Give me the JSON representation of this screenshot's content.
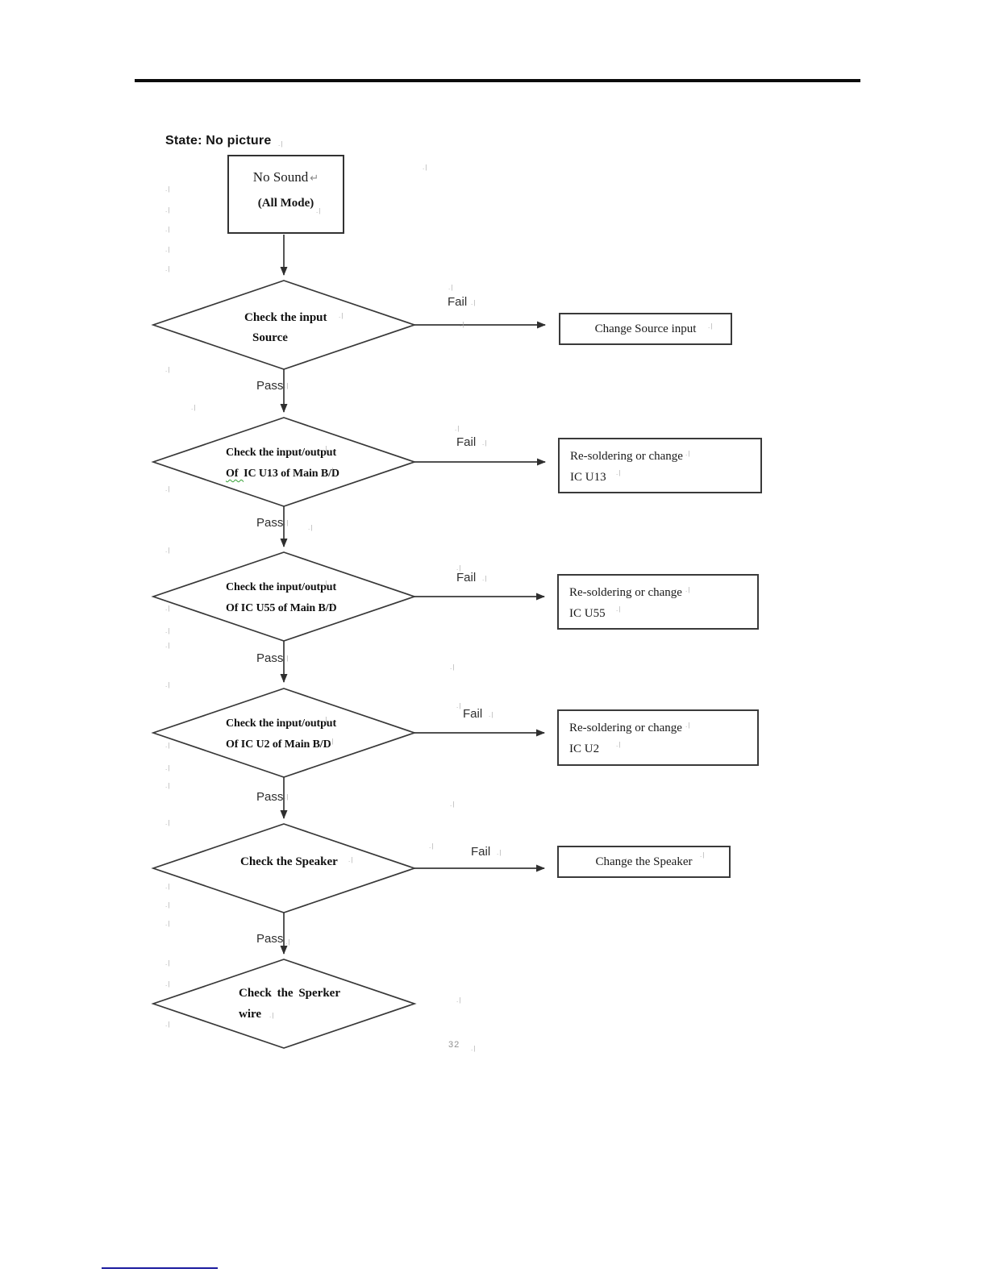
{
  "page": {
    "state_title": "State: No picture",
    "page_number": "32",
    "colors": {
      "top_rule": "#0c0c0c",
      "footer_rule": "#1b1b9e",
      "spellcheck_underline": "#33a033",
      "line": "#383838"
    }
  },
  "artifacts": {
    "paragraph_mark": ".|",
    "line_break_mark": "↵"
  },
  "flowchart": {
    "labels": {
      "pass": "Pass",
      "fail": "Fail"
    },
    "start": {
      "line1": "No Sound",
      "line2": "(All Mode)"
    },
    "steps": [
      {
        "diamond_line1": "Check the input",
        "diamond_line2": "Source",
        "action_line1": "Change Source input"
      },
      {
        "diamond_line1": "Check the input/output",
        "diamond_line2_misspelled": "Of  ",
        "diamond_line2_rest": "IC U13 of Main B/D",
        "action_line1": "Re-soldering or change",
        "action_line2": "IC U13"
      },
      {
        "diamond_line1": "Check the input/output",
        "diamond_line2": "Of IC U55 of Main B/D",
        "action_line1": "Re-soldering or change",
        "action_line2": "IC U55"
      },
      {
        "diamond_line1": "Check the input/output",
        "diamond_line2": "Of IC U2 of Main B/D",
        "action_line1": "Re-soldering or change",
        "action_line2": "IC U2"
      },
      {
        "diamond_line1": "Check the Speaker",
        "action_line1": "Change the Speaker"
      },
      {
        "diamond_line1": "Check the Sperker",
        "diamond_line2": "wire"
      }
    ]
  }
}
